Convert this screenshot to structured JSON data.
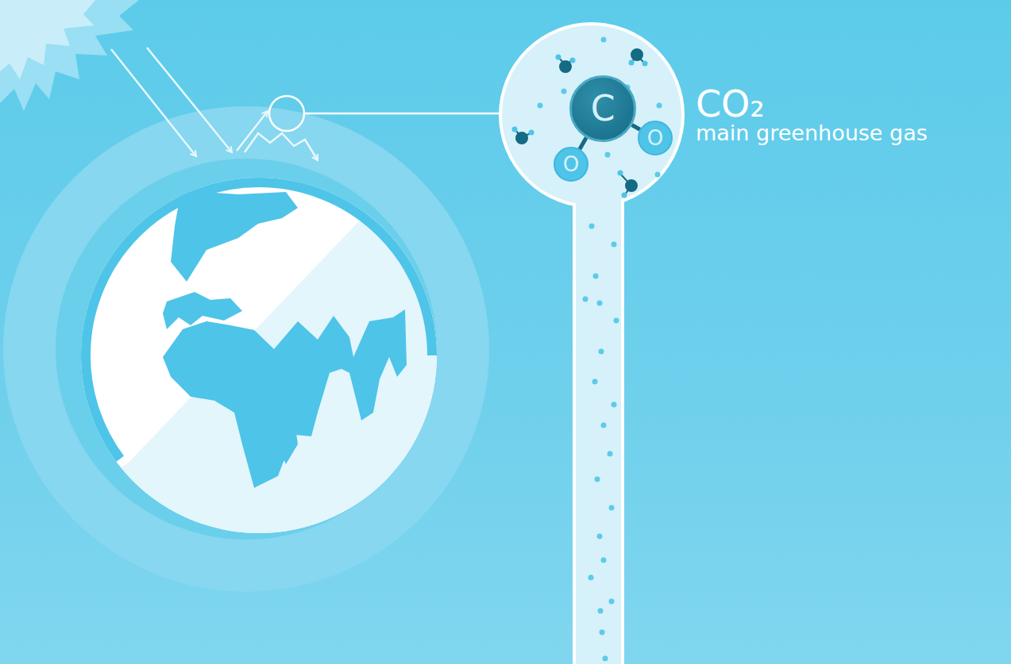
{
  "diagram": {
    "nodes": [
      {
        "text": [
          "C"
        ]
      },
      {
        "text": [
          "O"
        ]
      },
      {
        "text": [
          "O"
        ]
      }
    ],
    "edges": [
      {
        "from": 0,
        "to": 1,
        "arrow": "none"
      },
      {
        "from": 0,
        "to": 2,
        "arrow": "none"
      }
    ],
    "labels": [
      "CO₂",
      "main greenhouse gas"
    ]
  }
}
